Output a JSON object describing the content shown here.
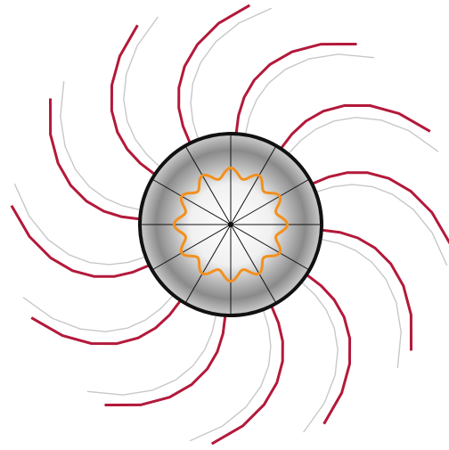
{
  "diagram": {
    "arm_count": 12,
    "spoke_count": 12,
    "flower_lobes": 12,
    "colors": {
      "background": "#ffffff",
      "arm": "#b3193a",
      "arm_shadow": "#c8c8c8",
      "disk_rim": "#111111",
      "spoke": "#111111",
      "flower": "#f2901e",
      "gradient_center": "#ffffff",
      "gradient_mid": "#f0f0f0",
      "gradient_outer": "#8a8a8a",
      "gradient_edge": "#cfcfcf"
    }
  }
}
